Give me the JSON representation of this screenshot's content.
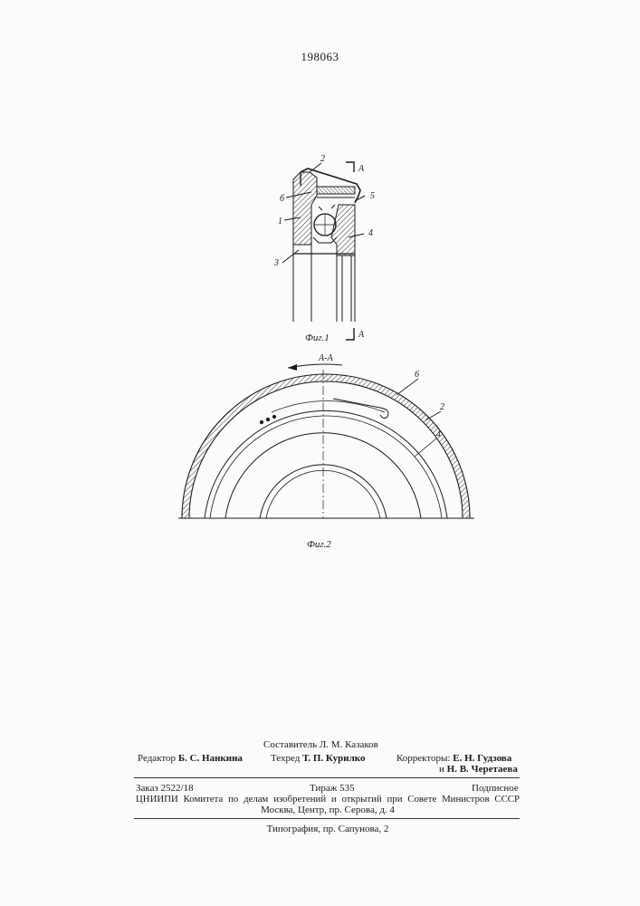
{
  "patent_number": "198063",
  "fig1": {
    "section_mark_top": "A",
    "section_mark_bottom": "A",
    "labels": {
      "l2": "2",
      "l6": "б",
      "l5": "5",
      "l1": "1",
      "l4": "4",
      "l3": "3"
    },
    "caption": "Фиг.1"
  },
  "fig2": {
    "section_title": "А-А",
    "labels": {
      "l6": "6",
      "l2": "2",
      "l4": "4"
    },
    "caption": "Фиг.2"
  },
  "imprint": {
    "compiler": "Составитель Л. М. Казаков",
    "editor_label": "Редактор",
    "editor_name": "Б. С. Нанкина",
    "techred_label": "Техред",
    "techred_name": "Т. П. Курилко",
    "correctors_label": "Корректоры:",
    "corrector1": "Е. Н. Гудзова",
    "corrector2_prefix": "и",
    "corrector2": "Н. В. Черетаева",
    "order": "Заказ 2522/18",
    "circulation": "Тираж 535",
    "subscription": "Подписное",
    "org": "ЦНИИПИ Комитета по делам изобретений и открытий при Совете Министров СССР",
    "address": "Москва, Центр, пр. Серова, д. 4",
    "printer": "Типография, пр. Сапунова, 2"
  },
  "colors": {
    "ink": "#1a1a1a",
    "paper": "#fbfbf9"
  }
}
